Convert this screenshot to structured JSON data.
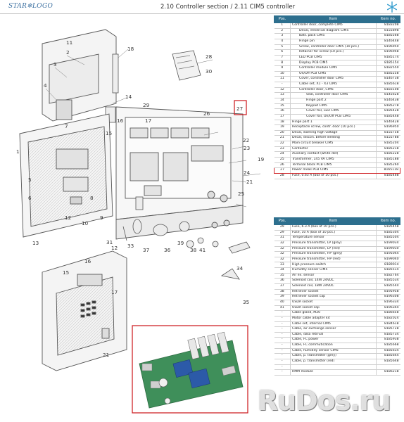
{
  "header": {
    "logo": "STAR❄LOGO",
    "title": "2.10 Controller section / 2.11 CIM5 controller"
  },
  "callouts": {
    "drawing1": [
      "1",
      "2",
      "3",
      "4",
      "5",
      "6",
      "7",
      "8",
      "9",
      "10",
      "11",
      "12",
      "13",
      "14",
      "15",
      "16",
      "17",
      "18",
      "19",
      "21",
      "22",
      "23",
      "24",
      "25",
      "26",
      "27",
      "28",
      "29",
      "30",
      "31",
      "33",
      "36",
      "37"
    ],
    "drawing2": [
      "12",
      "15",
      "16",
      "17",
      "21",
      "34",
      "35",
      "38",
      "39",
      "41"
    ]
  },
  "table_head": {
    "pos": "Pos.",
    "item": "Item",
    "num": "Item no."
  },
  "table1": [
    {
      "pos": "1",
      "item": "Controller door, complete CIM5",
      "num": "8183208"
    },
    {
      "pos": "2",
      "item": "Decal, electrical diagram CIM5",
      "num": "8155898",
      "indent": 1
    },
    {
      "pos": "3",
      "item": "Batt. pack CIM5",
      "num": "8185568",
      "indent": 1
    },
    {
      "pos": "4",
      "item": "Hinge pin",
      "num": "8146448",
      "indent": 1
    },
    {
      "pos": "5",
      "item": "Screw, controller door CIM5 (10 pcs.)",
      "num": "8196950",
      "indent": 1
    },
    {
      "pos": "6",
      "item": "Retainer for screw (10 pcs.)",
      "num": "8196948",
      "indent": 1
    },
    {
      "pos": "7",
      "item": "LED PCB CIM5",
      "num": "8185174",
      "indent": 1
    },
    {
      "pos": "8",
      "item": "Display PCB CIM5",
      "num": "8185154",
      "indent": 1
    },
    {
      "pos": "9",
      "item": "Controller module CIM5",
      "num": "8182550",
      "indent": 1
    },
    {
      "pos": "10",
      "item": "On/Off PCB CIM5",
      "num": "8185258",
      "indent": 1
    },
    {
      "pos": "11",
      "item": "Cover, controller door CIM5",
      "num": "8146738",
      "indent": 1
    },
    {
      "pos": "-",
      "item": "Cable set, X1 - X3 CIM5",
      "num": "8185618",
      "indent": 1
    },
    {
      "pos": "12",
      "item": "Controller door, CIM5",
      "num": "8183108",
      "indent": 1
    },
    {
      "pos": "13",
      "item": "Seal, controller door CIM5",
      "num": "8145628",
      "indent": 2
    },
    {
      "pos": "14",
      "item": "Hinge part 2",
      "num": "8146438",
      "indent": 2
    },
    {
      "pos": "15",
      "item": "Keypad CIM5",
      "num": "8185278",
      "indent": 2
    },
    {
      "pos": "16",
      "item": "Cover foil, LED CIM5",
      "num": "8185428",
      "indent": 2
    },
    {
      "pos": "17",
      "item": "Cover foil, On/Off PCB CIM5",
      "num": "8185448",
      "indent": 2
    },
    {
      "pos": "18",
      "item": "Hinge part 1",
      "num": "8146428",
      "indent": 0
    },
    {
      "pos": "19",
      "item": "Receptacle screw, contr. door (10 pcs.)",
      "num": "8196950",
      "indent": 0
    },
    {
      "pos": "20",
      "item": "Decal, warning high voltage",
      "num": "8155758",
      "indent": 0
    },
    {
      "pos": "21",
      "item": "Decal, discon. before welding",
      "num": "8155788",
      "indent": 0
    },
    {
      "pos": "22",
      "item": "Main circuit breaker CIM5",
      "num": "8185204",
      "indent": 0
    },
    {
      "pos": "23",
      "item": "Contactor",
      "num": "8185218",
      "indent": 0
    },
    {
      "pos": "24",
      "item": "Auxiliary contact (white dot)",
      "num": "8185228",
      "indent": 0
    },
    {
      "pos": "25",
      "item": "Transformer, 145 VA CIM5",
      "num": "8185188",
      "indent": 0
    },
    {
      "pos": "26",
      "item": "Terminal block PCB CIM5",
      "num": "8185260",
      "indent": 0
    },
    {
      "pos": "27",
      "item": "Power meas PCB CIM5",
      "num": "8165118",
      "indent": 0,
      "highlight": true
    },
    {
      "pos": "28",
      "item": "Fuse, 0.63 A (box of 10 pcs.)",
      "num": "8185468",
      "indent": 0
    }
  ],
  "table2": [
    {
      "pos": "29",
      "item": "Fuse, 6.3 A (box of 10 pcs.)",
      "num": "8185458"
    },
    {
      "pos": "29",
      "item": "Fuse, 10 A (box of 10 pcs.)",
      "num": "8185304"
    },
    {
      "pos": "31",
      "item": "Temperature sensor",
      "num": "8185504"
    },
    {
      "pos": "32",
      "item": "Pressure transmitter, LP (grey)",
      "num": "8199034"
    },
    {
      "pos": "32",
      "item": "Pressure transmitter, LP (red)",
      "num": "8199030"
    },
    {
      "pos": "32",
      "item": "Pressure transmitter, HP (grey)",
      "num": "8195044"
    },
    {
      "pos": "32",
      "item": "Pressure transmitter, HP (red)",
      "num": "8199040"
    },
    {
      "pos": "33",
      "item": "High pressure switch",
      "num": "8189014"
    },
    {
      "pos": "34",
      "item": "Humidity sensor CIM5",
      "num": "8185514"
    },
    {
      "pos": "35",
      "item": "Air ex. sensor",
      "num": "8182764"
    },
    {
      "pos": "36",
      "item": "Solenoid coil, 14W 24VDC",
      "num": "8185534"
    },
    {
      "pos": "37",
      "item": "Solenoid coil, 18W 24VDC",
      "num": "8185544"
    },
    {
      "pos": "38",
      "item": "Retriever socket",
      "num": "8195958"
    },
    {
      "pos": "39",
      "item": "Retriever socket cap",
      "num": "8196308"
    },
    {
      "pos": "40",
      "item": "USDA socket",
      "num": "8196334"
    },
    {
      "pos": "41",
      "item": "USDA socket cap",
      "num": "8196344"
    },
    {
      "pos": "-",
      "item": "Cable gland, M20",
      "num": "8186658"
    },
    {
      "pos": "-",
      "item": "Motor cable adapter kit",
      "num": "8182024"
    },
    {
      "pos": "-",
      "item": "Cable set, internal CIM5",
      "num": "8184618"
    },
    {
      "pos": "-",
      "item": "Cable, air exchange sensor",
      "num": "8185728"
    },
    {
      "pos": "-",
      "item": "Cable, data retrival",
      "num": "8185734"
    },
    {
      "pos": "-",
      "item": "Cable, FC power",
      "num": "8185938"
    },
    {
      "pos": "-",
      "item": "Cable, FC commutication",
      "num": "8185668"
    },
    {
      "pos": "-",
      "item": "Cable, humidity sensor CIM5",
      "num": "8185634"
    },
    {
      "pos": "-",
      "item": "Cable, p. transmitter (grey)",
      "num": "8185644"
    },
    {
      "pos": "-",
      "item": "Cable, p. transmitter (red)",
      "num": "8185648"
    },
    {
      "pos": "-",
      "item": "",
      "num": ""
    },
    {
      "pos": "-",
      "item": "RMM module",
      "num": "8186218"
    }
  ],
  "highlight_box_label": "27",
  "watermark": "RuDos.ru",
  "colors": {
    "header_row": "#2d6f8e",
    "highlight": "#d0252a",
    "cabinet_line": "#555555",
    "pcb_green": "#3f8f5a"
  }
}
